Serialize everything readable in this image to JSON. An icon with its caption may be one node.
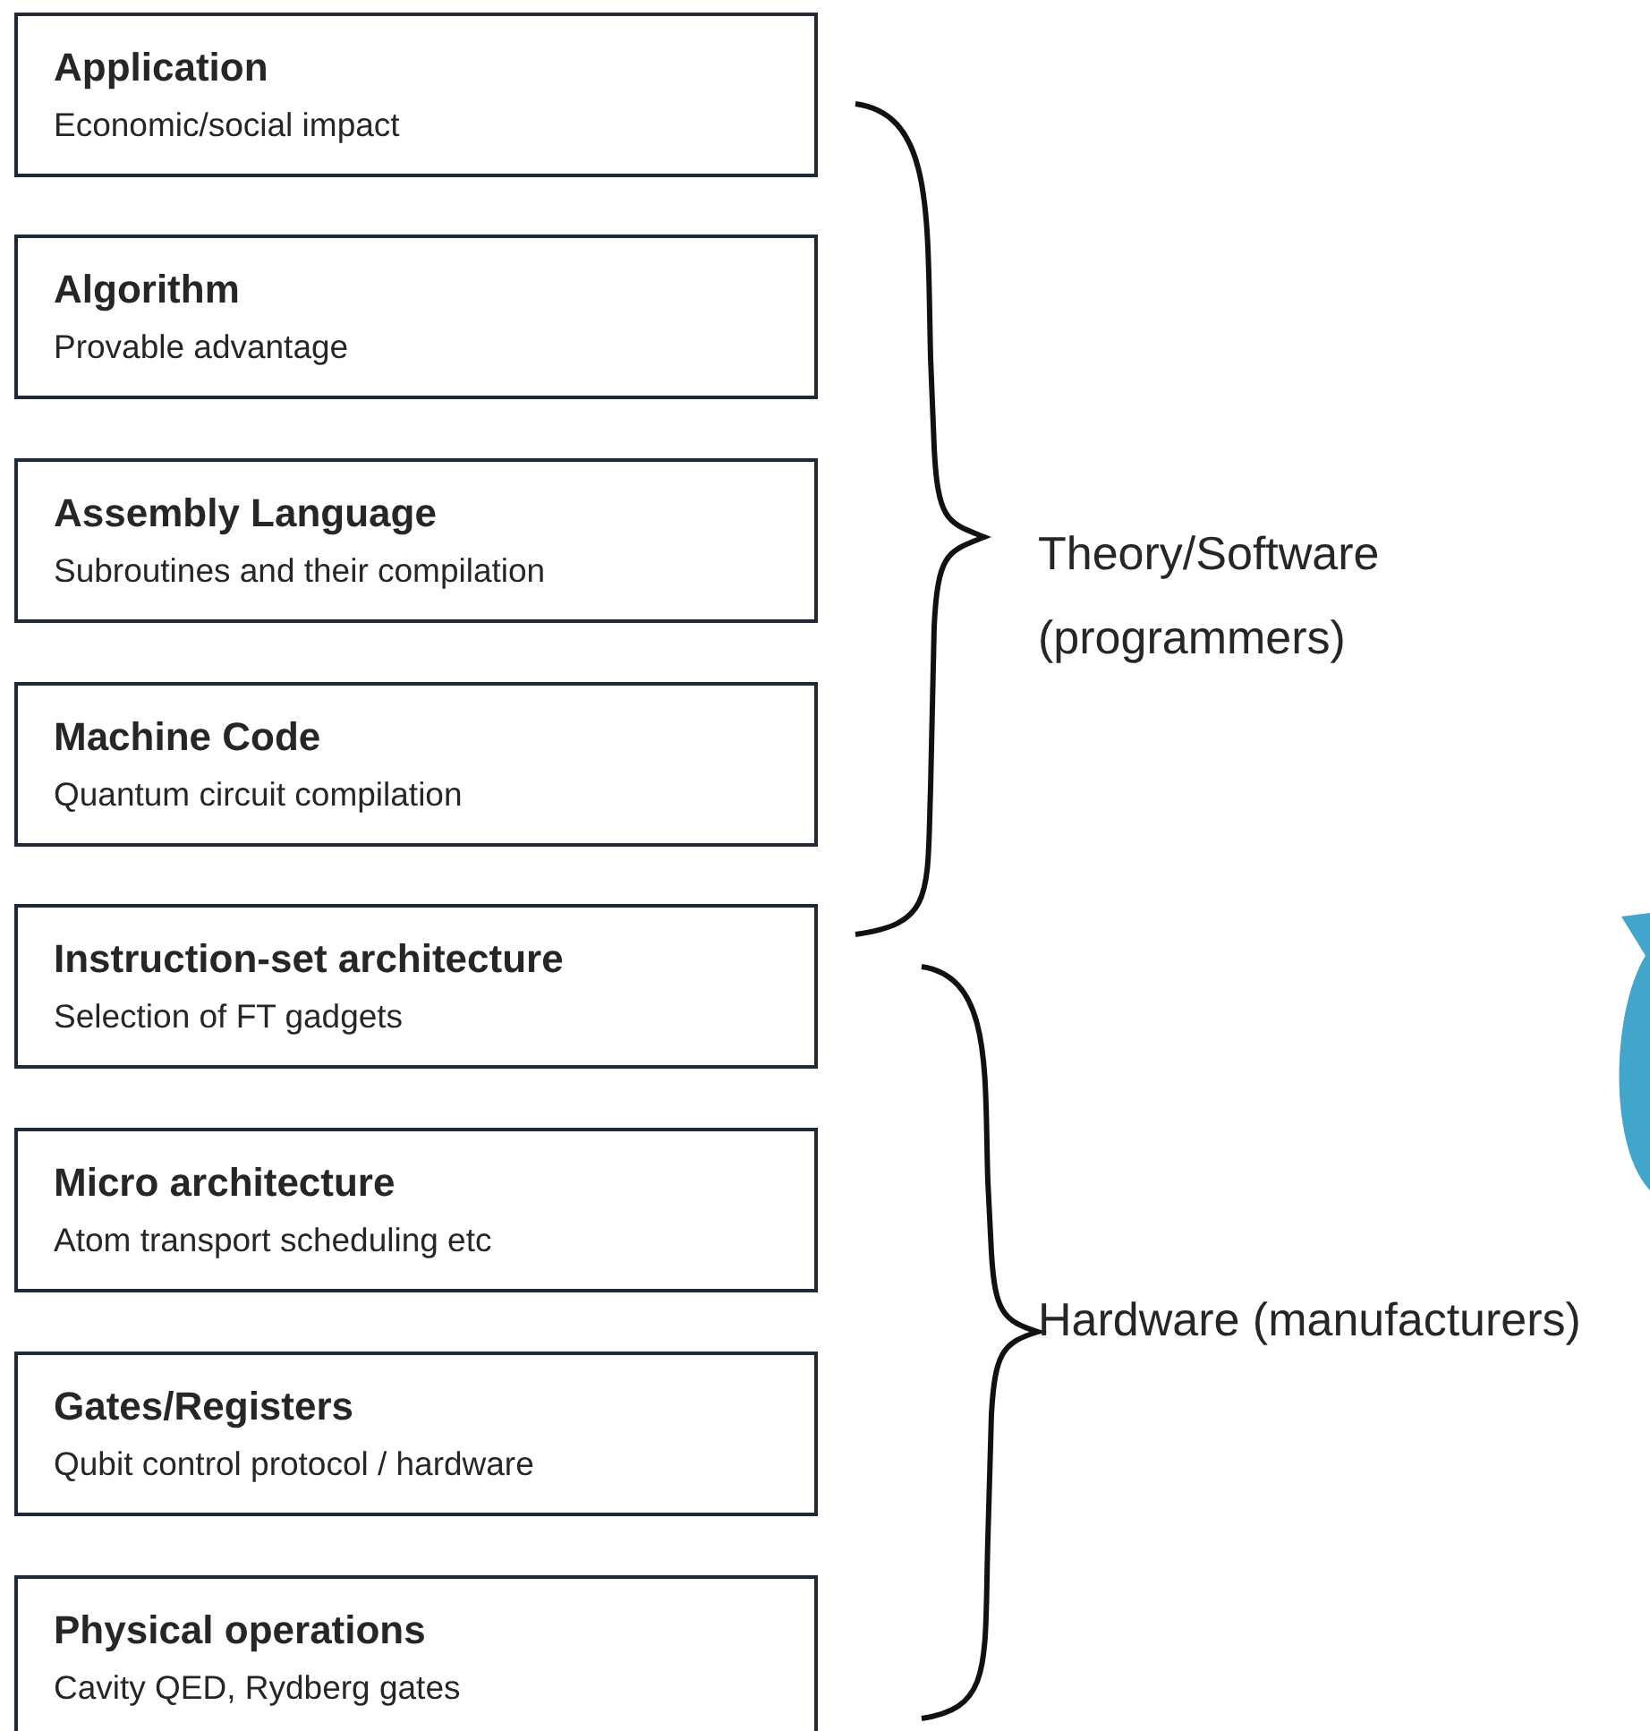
{
  "diagram": {
    "nodes": [
      {
        "text": [
          "Application",
          "Economic/social impact"
        ]
      },
      {
        "text": [
          "Algorithm",
          "Provable advantage"
        ]
      },
      {
        "text": [
          "Assembly Language",
          "Subroutines and their compilation"
        ]
      },
      {
        "text": [
          "Machine Code",
          "Quantum circuit compilation"
        ]
      },
      {
        "text": [
          "Instruction-set architecture",
          "Selection of FT gadgets"
        ]
      },
      {
        "text": [
          "Micro architecture",
          "Atom transport scheduling etc"
        ]
      },
      {
        "text": [
          "Gates/Registers",
          "Qubit control protocol / hardware"
        ]
      },
      {
        "text": [
          "Physical operations",
          "Cavity QED, Rydberg gates"
        ]
      }
    ],
    "edges": [],
    "labels": [
      "Theory/Software (programmers)",
      "Hardware (manufacturers)"
    ]
  }
}
